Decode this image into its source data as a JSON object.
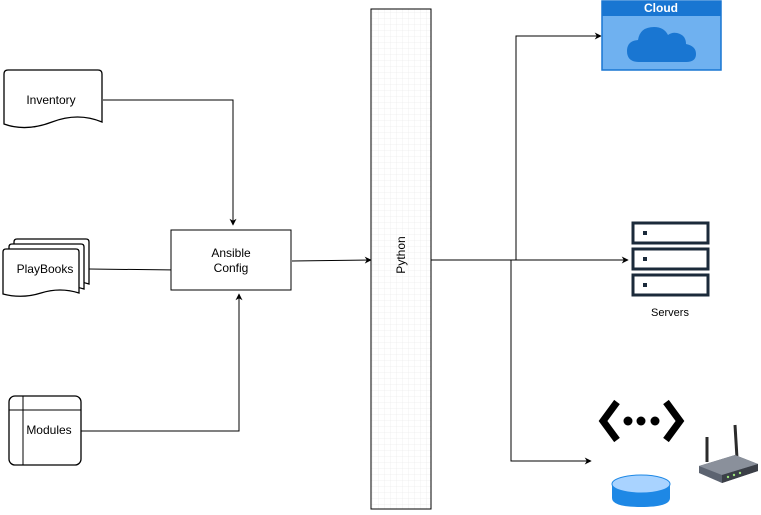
{
  "nodes": {
    "inventory": "Inventory",
    "playbooks": "PlayBooks",
    "modules": "Modules",
    "ansible_config_line1": "Ansible",
    "ansible_config_line2": "Config",
    "python": "Python",
    "cloud": "Cloud",
    "servers": "Servers"
  },
  "colors": {
    "cloud_header": "#1976d2",
    "cloud_body": "#6fb1f0",
    "cloud_icon": "#1976d2",
    "server_stroke": "#1b2a3a",
    "database_top": "#a9d3ff",
    "database_body": "#1e88e5",
    "line": "#000000"
  },
  "icons": [
    "cloud-icon",
    "server-rack-icon",
    "network-code-icon",
    "database-icon",
    "router-icon"
  ]
}
